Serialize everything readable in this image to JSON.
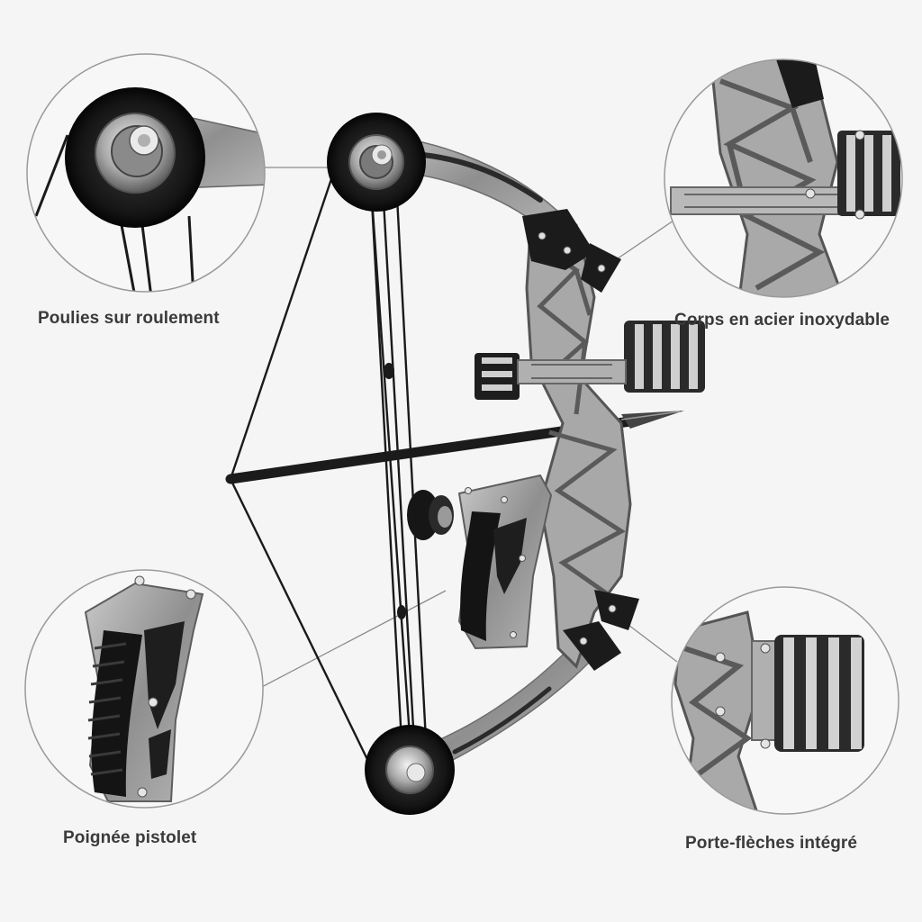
{
  "callouts": {
    "pulleys": {
      "label": "Poulies sur roulement"
    },
    "body": {
      "label": "Corps en acier inoxydable"
    },
    "grip": {
      "label": "Poignée pistolet"
    },
    "arrow_rest": {
      "label": "Porte-flèches intégré"
    }
  },
  "colors": {
    "background": "#f5f5f5",
    "steel": "#8a8a8a",
    "steel_light": "#b8b8b8",
    "black_parts": "#1a1a1a",
    "label_text": "#3a3a3a",
    "callout_ring": "#9a9a9a"
  }
}
